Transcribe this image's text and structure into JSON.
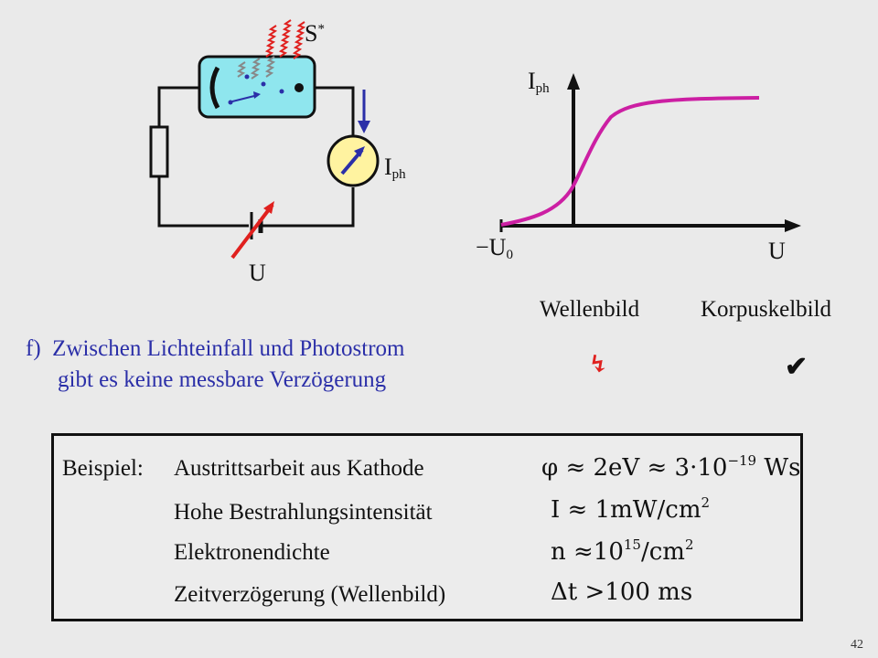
{
  "circuit": {
    "label_light": "S*",
    "label_current": "Iph",
    "label_current_main": "I",
    "label_current_sub": "ph",
    "label_voltage": "U"
  },
  "graph": {
    "ylabel_main": "I",
    "ylabel_sub": "ph",
    "xlabel": "U",
    "x_neg_label_prefix": "−U",
    "x_neg_label_sub": "0"
  },
  "comparison": {
    "col_wave": "Wellenbild",
    "col_particle": "Korpuskelbild",
    "item_label": "f)",
    "item_line1": "Zwischen Lichteinfall und Photostrom",
    "item_line2": "gibt es keine messbare Verzögerung",
    "wave_mark": "↯",
    "particle_mark": "✔"
  },
  "example": {
    "label": "Beispiel:",
    "rows": [
      "Austrittsarbeit aus Kathode",
      "Hohe Bestrahlungsintensität",
      "Elektronendichte",
      "Zeitverzögerung (Wellenbild)"
    ],
    "formulas": {
      "f1": "φ ≈ 2eV ≈ 3·10",
      "f1_exp": "−19",
      "f1_unit": " Ws",
      "f2": "I ≈ 1mW/cm",
      "f2_exp": "2",
      "f3": "n ≈10",
      "f3_exp": "15",
      "f3_tail": "/cm",
      "f3_exp2": "2",
      "f4": "Δt >100 ms"
    }
  },
  "page_number": "42",
  "colors": {
    "red": "#e0201e",
    "blue": "#2b2fa8",
    "magenta": "#cc1fa3",
    "tube": "#8fe6ee",
    "meter": "#fff3a0"
  }
}
